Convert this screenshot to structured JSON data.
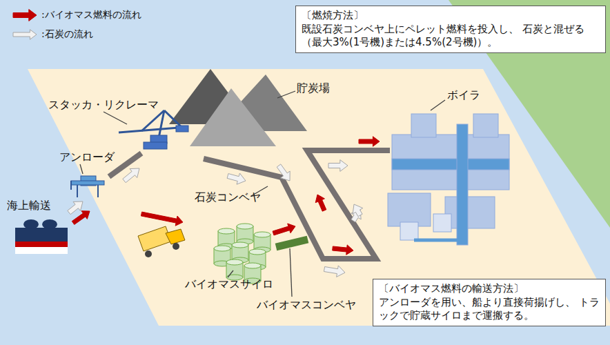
{
  "diagram": {
    "nodes": [
      {
        "text": [
          "〔燃焼方法〕",
          "既設石炭コンベヤ上にペレット燃料を投入し、 石炭と混ぜる（最大3%(1号機)または4.5%(2号機)）。"
        ]
      },
      {
        "text": [
          "〔バイオマス燃料の輸送方法〕",
          "アンローダを用い、船より直接荷揚げし、 トラックで貯蔵サイロまで運搬する。"
        ]
      }
    ],
    "labels": [
      "スタッカ・リクレーマ",
      "貯炭場",
      "ボイラ",
      "アンローダ",
      "海上輸送",
      "石炭コンベヤ",
      "バイオマスサイロ",
      "バイオマスコンベヤ"
    ],
    "legend": [
      {
        "text": ":バイオマス燃料の流れ"
      },
      {
        "text": ":石炭の流れ"
      }
    ]
  }
}
